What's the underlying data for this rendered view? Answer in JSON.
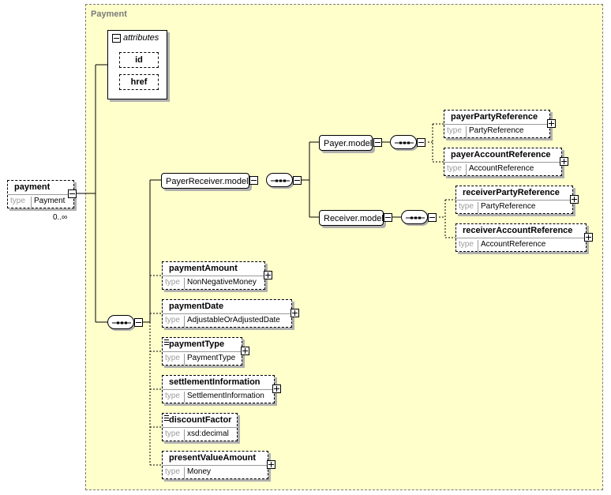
{
  "group": {
    "title": "Payment"
  },
  "root": {
    "name": "payment",
    "type_keyword": "type",
    "type": "Payment",
    "cardinality": "0..∞"
  },
  "attributes": {
    "label": "attributes",
    "items": [
      "id",
      "href"
    ]
  },
  "models": {
    "payer_receiver": "PayerReceiver.model",
    "payer": "Payer.model",
    "receiver": "Receiver.model"
  },
  "payer_elements": [
    {
      "name": "payerPartyReference",
      "type": "PartyReference"
    },
    {
      "name": "payerAccountReference",
      "type": "AccountReference"
    }
  ],
  "receiver_elements": [
    {
      "name": "receiverPartyReference",
      "type": "PartyReference"
    },
    {
      "name": "receiverAccountReference",
      "type": "AccountReference"
    }
  ],
  "sequence_elements": [
    {
      "name": "paymentAmount",
      "type": "NonNegativeMoney"
    },
    {
      "name": "paymentDate",
      "type": "AdjustableOrAdjustedDate"
    },
    {
      "name": "paymentType",
      "type": "PaymentType"
    },
    {
      "name": "settlementInformation",
      "type": "SettlementInformation"
    },
    {
      "name": "discountFactor",
      "type": "xsd:decimal"
    },
    {
      "name": "presentValueAmount",
      "type": "Money"
    }
  ],
  "type_keyword": "type"
}
